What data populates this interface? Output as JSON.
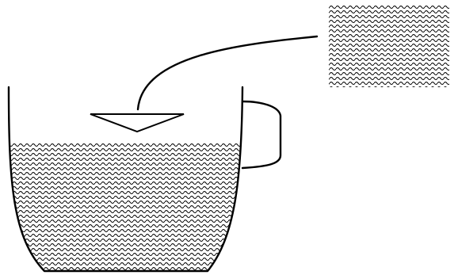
{
  "diagram": {
    "parts": [
      "mug",
      "liquid",
      "handle",
      "inverted-triangle-marker",
      "leader-line",
      "liquid-texture-swatch"
    ],
    "colors": {
      "stroke": "#000000",
      "background": "#ffffff",
      "texture": "#000000"
    },
    "fill_level": 0.67
  }
}
